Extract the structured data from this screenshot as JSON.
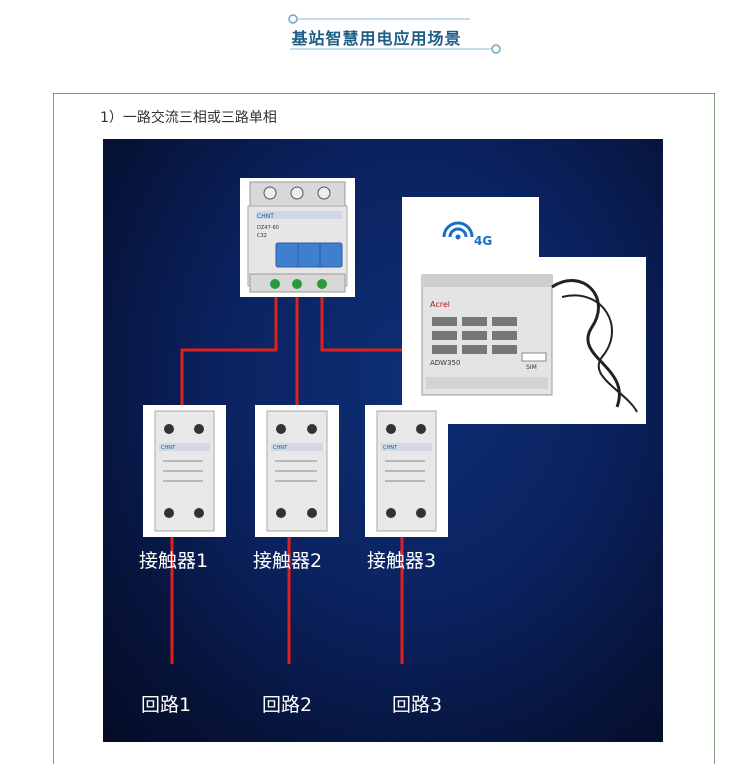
{
  "header": {
    "title": "基站智慧用电应用场景"
  },
  "section": {
    "subtitle": "1）一路交流三相或三路单相"
  },
  "diagram": {
    "breaker": {
      "brand": "CHNT",
      "model": "DZ47-60",
      "rating": "C32"
    },
    "meter": {
      "signal": "4G",
      "brand": "Acrel",
      "model": "ADW350",
      "slot": "SIM"
    },
    "contactors": [
      {
        "label": "接触器1",
        "brand": "CHNT"
      },
      {
        "label": "接触器2",
        "brand": "CHNT"
      },
      {
        "label": "接触器3",
        "brand": "CHNT"
      }
    ],
    "circuits": [
      "回路1",
      "回路2",
      "回路3"
    ]
  }
}
